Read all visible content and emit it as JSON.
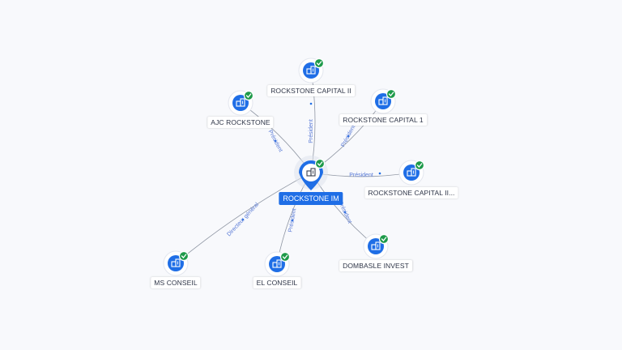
{
  "center": {
    "label": "ROCKSTONE IM"
  },
  "nodes": [
    {
      "id": "capital2",
      "label": "ROCKSTONE CAPITAL II",
      "edge_label": "Président"
    },
    {
      "id": "ajc",
      "label": "AJC ROCKSTONE",
      "edge_label": "Président"
    },
    {
      "id": "capital1",
      "label": "ROCKSTONE CAPITAL 1",
      "edge_label": "Président"
    },
    {
      "id": "capitalii2",
      "label": "ROCKSTONE CAPITAL II...",
      "edge_label": "Président"
    },
    {
      "id": "dombasle",
      "label": "DOMBASLE INVEST",
      "edge_label": "Président"
    },
    {
      "id": "elconseil",
      "label": "EL CONSEIL",
      "edge_label": "Président"
    },
    {
      "id": "msconseil",
      "label": "MS CONSEIL",
      "edge_label": "Directeur général"
    }
  ],
  "icons": {
    "company": "building-icon",
    "verified": "check-badge-icon"
  },
  "colors": {
    "accent": "#1f6ee6",
    "edge": "#8f96a3",
    "edge_label": "#5a7bd6",
    "verified": "#1e9a4a"
  }
}
